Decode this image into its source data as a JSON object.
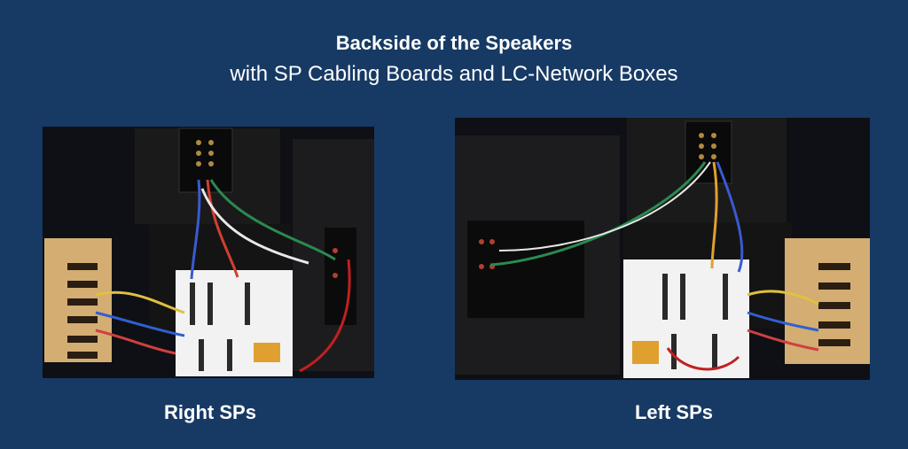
{
  "slide": {
    "title": "Backside of the Speakers",
    "subtitle": "with SP Cabling Boards and LC-Network Boxes",
    "captions": {
      "right": "Right SPs",
      "left": "Left SPs"
    }
  },
  "colors": {
    "background": "#173a64",
    "text": "#ffffff"
  }
}
